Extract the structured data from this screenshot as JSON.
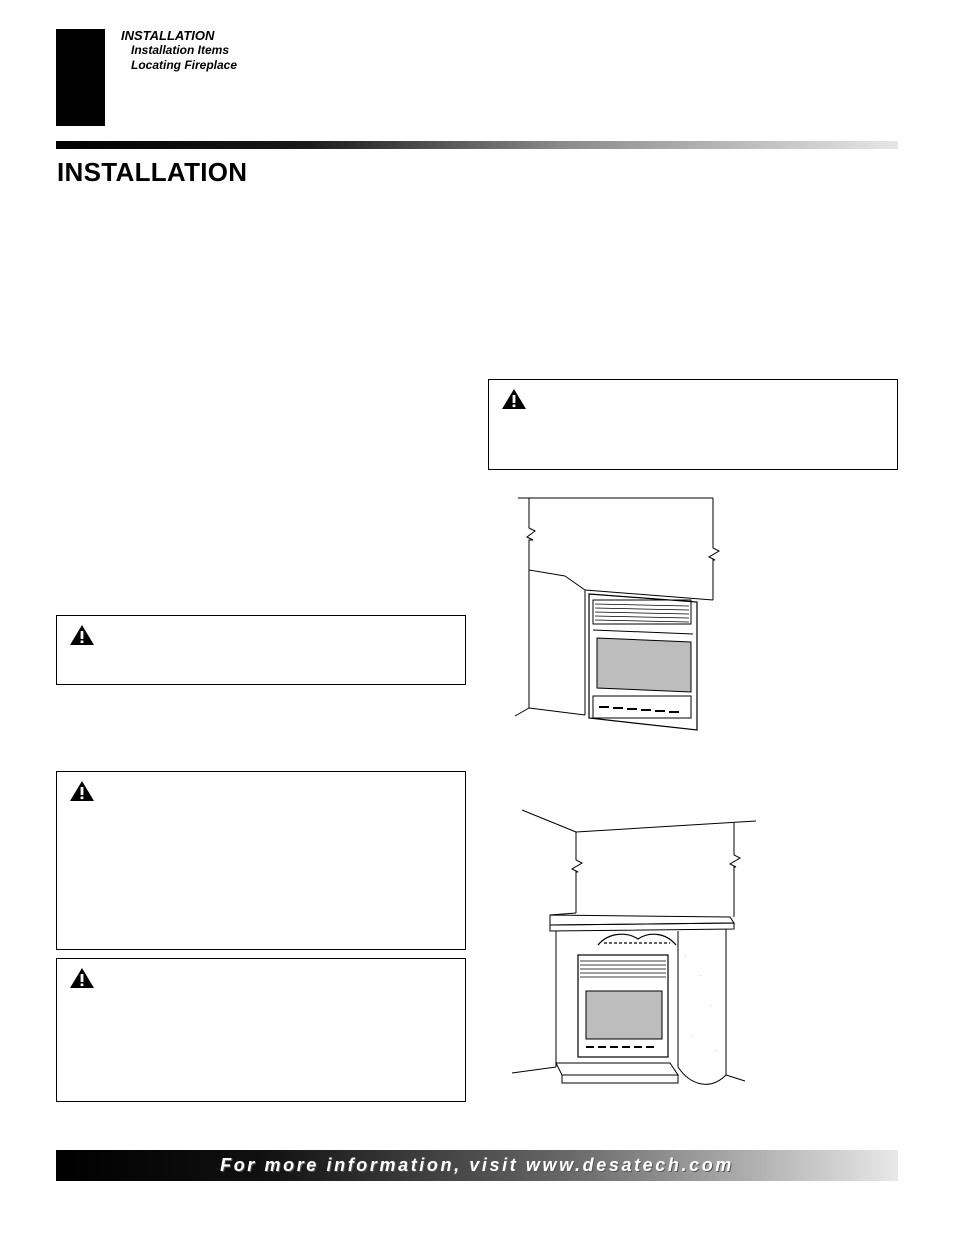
{
  "header": {
    "section": "INSTALLATION",
    "items": [
      "Installation Items",
      "Locating Fireplace"
    ]
  },
  "page_title": "INSTALLATION",
  "footer": {
    "text": "For more information, visit www.desatech.com"
  },
  "icons": {
    "warning": "warning-triangle-icon"
  }
}
